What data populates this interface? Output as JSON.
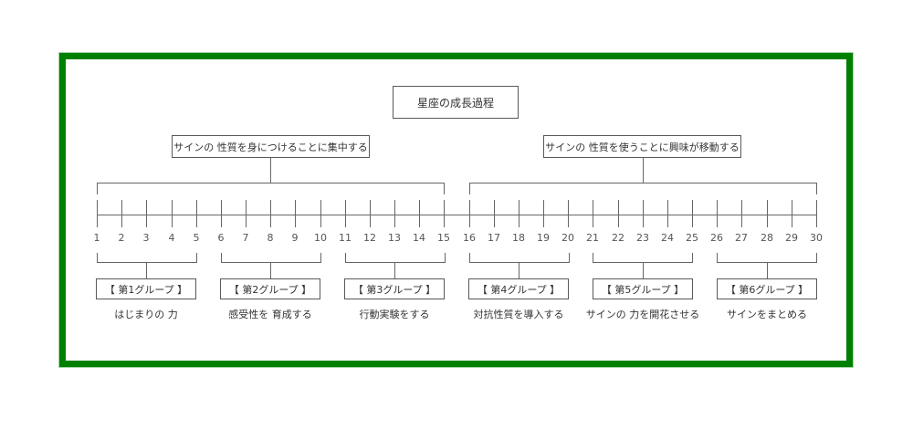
{
  "title": "星座の成長過程",
  "colors": {
    "frame_green": "#008000",
    "line_gray": "#666666",
    "text_dark": "#333333",
    "number_gray": "#555555"
  },
  "timeline": {
    "numbers": [
      1,
      2,
      3,
      4,
      5,
      6,
      7,
      8,
      9,
      10,
      11,
      12,
      13,
      14,
      15,
      16,
      17,
      18,
      19,
      20,
      21,
      22,
      23,
      24,
      25,
      26,
      27,
      28,
      29,
      30
    ]
  },
  "phases": [
    {
      "label": "サインの 性質を身につけることに集中する",
      "start": 1,
      "end": 15
    },
    {
      "label": "サインの 性質を使うことに興味が移動する",
      "start": 16,
      "end": 30
    }
  ],
  "groups": [
    {
      "box_label": "【 第1グループ 】",
      "description": "はじまりの 力",
      "start": 1,
      "end": 5
    },
    {
      "box_label": "【 第2グループ 】",
      "description": "感受性を 育成する",
      "start": 6,
      "end": 10
    },
    {
      "box_label": "【 第3グループ 】",
      "description": "行動実験をする",
      "start": 11,
      "end": 15
    },
    {
      "box_label": "【 第4グループ 】",
      "description": "対抗性質を導入する",
      "start": 16,
      "end": 20
    },
    {
      "box_label": "【 第5グループ 】",
      "description": "サインの 力を開花させる",
      "start": 21,
      "end": 25
    },
    {
      "box_label": "【 第6グループ 】",
      "description": "サインをまとめる",
      "start": 26,
      "end": 30
    }
  ]
}
